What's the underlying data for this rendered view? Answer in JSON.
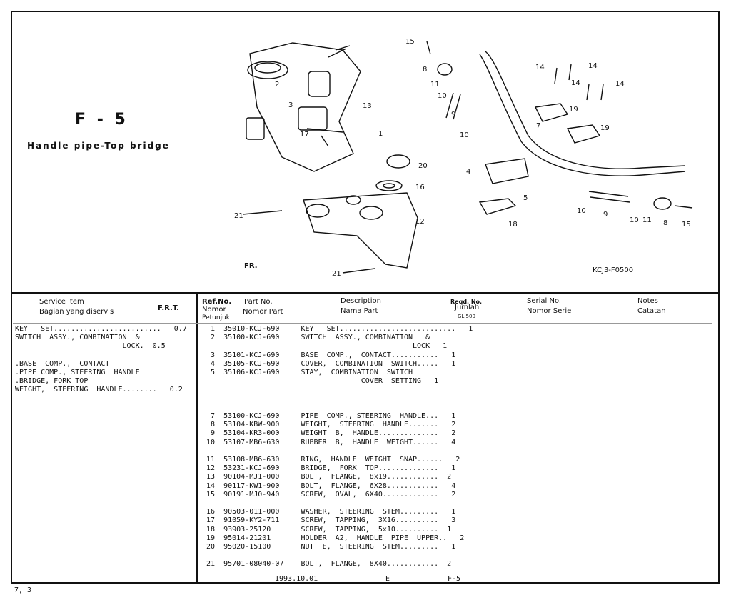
{
  "page": {
    "title": "F - 5",
    "subtitle": "Handle pipe-Top bridge",
    "diagram_code": "KCJ3-F0500",
    "page_number": "7, 3"
  },
  "header": {
    "service_item": "Service    item",
    "service_item_id": "Bagian yang diservis",
    "frt": "F.R.T.",
    "ref_no": "Ref.No.",
    "ref_no_id1": "Nomor",
    "ref_no_id2": "Petunjuk",
    "part_no": "Part  No.",
    "part_no_id": "Nomor Part",
    "description": "Description",
    "description_id": "Nama   Part",
    "reqd_no": "Reqd. No.",
    "reqd_no_id": "Jumlah",
    "reqd_model": "GL 500",
    "serial_no": "Serial  No.",
    "serial_no_id": "Nomor Serie",
    "notes": "Notes",
    "notes_id": "Catatan"
  },
  "service_items": [
    "KEY   SET.........................   0.7",
    "SWITCH  ASSY., COMBINATION  &",
    "                         LOCK.  0.5",
    "",
    ".BASE  COMP.,  CONTACT",
    ".PIPE COMP., STEERING  HANDLE",
    ".BRIDGE, FORK TOP",
    "WEIGHT,  STEERING  HANDLE........   0.2"
  ],
  "parts": [
    "  1  35010-KCJ-690     KEY   SET...........................   1",
    "  2  35100-KCJ-690     SWITCH  ASSY., COMBINATION   &",
    "                                                 LOCK   1",
    "  3  35101-KCJ-690     BASE  COMP.,  CONTACT...........   1",
    "  4  35105-KCJ-690     COVER,  COMBINATION  SWITCH.....   1",
    "  5  35106-KCJ-690     STAY,  COMBINATION  SWITCH",
    "                                     COVER  SETTING   1",
    "",
    "",
    "",
    "  7  53100-KCJ-690     PIPE  COMP., STEERING  HANDLE...   1",
    "  8  53104-KBW-900     WEIGHT,  STEERING  HANDLE.......   2",
    "  9  53104-KR3-000     WEIGHT  B,  HANDLE..............   2",
    " 10  53107-MB6-630     RUBBER  B,  HANDLE  WEIGHT......   4",
    "",
    " 11  53108-MB6-630     RING,  HANDLE  WEIGHT  SNAP......   2",
    " 12  53231-KCJ-690     BRIDGE,  FORK  TOP..............   1",
    " 13  90104-MJ1-000     BOLT,  FLANGE,  8x19............  2",
    " 14  90117-KW1-900     BOLT,  FLANGE,  6X28............   4",
    " 15  90191-MJ0-940     SCREW,  OVAL,  6X40.............   2",
    "",
    " 16  90503-011-000     WASHER,  STEERING  STEM.........   1",
    " 17  91059-KY2-711     SCREW,  TAPPING,  3X16..........   3",
    " 18  93903-25120       SCREW,  TAPPING,  5x10..........  1",
    " 19  95014-21201       HOLDER  A2,  HANDLE  PIPE  UPPER..   2",
    " 20  95020-15100       NUT  E,  STEERING  STEM.........   1",
    "",
    " 21  95701-08040-07    BOLT,  FLANGE,  8X40............  2"
  ],
  "footer": {
    "date": "1993.10.01",
    "edition": "E",
    "page_ref": "F-5"
  },
  "callouts": [
    "1",
    "2",
    "3",
    "4",
    "5",
    "7",
    "8",
    "9",
    "10",
    "11",
    "12",
    "13",
    "14",
    "15",
    "16",
    "17",
    "18",
    "19",
    "20",
    "21",
    "FR."
  ]
}
